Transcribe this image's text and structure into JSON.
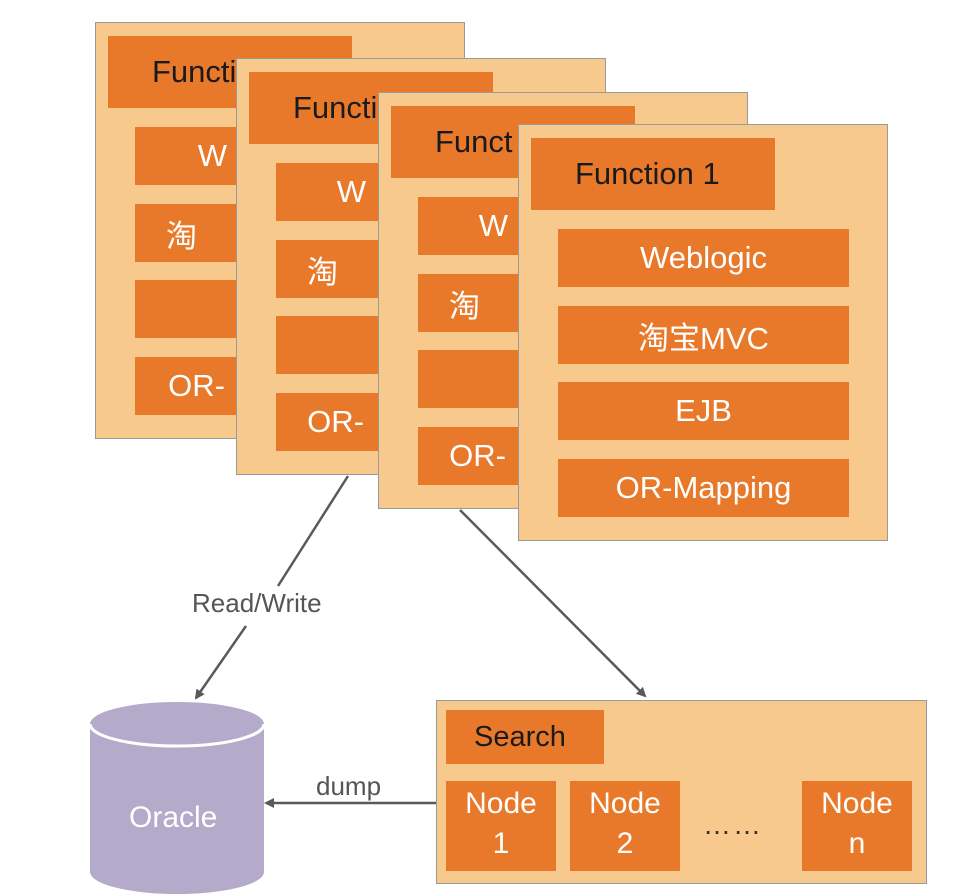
{
  "function_card": {
    "header": "Function 1",
    "layers": [
      "Weblogic",
      "淘宝MVC",
      "EJB",
      "OR-Mapping"
    ]
  },
  "back_cards": [
    {
      "header": "Functi",
      "layer_fragments": [
        "W",
        "淘",
        "",
        "OR-"
      ]
    },
    {
      "header": "Functi",
      "layer_fragments": [
        "W",
        "淘",
        "",
        "OR-"
      ]
    },
    {
      "header": "Funct",
      "layer_fragments": [
        "W",
        "淘",
        "",
        "OR-"
      ]
    }
  ],
  "edges": {
    "read_write": "Read/Write",
    "dump": "dump"
  },
  "database": {
    "label": "Oracle"
  },
  "search": {
    "title": "Search",
    "nodes": [
      {
        "line1": "Node",
        "line2": "1"
      },
      {
        "line1": "Node",
        "line2": "2"
      },
      {
        "line1": "Node",
        "line2": "n"
      }
    ],
    "ellipsis": "……"
  },
  "colors": {
    "card_fill": "#f8c98d",
    "box_fill": "#e8792b",
    "db_fill": "#b4aac9",
    "arrow": "#5a5a5a"
  }
}
